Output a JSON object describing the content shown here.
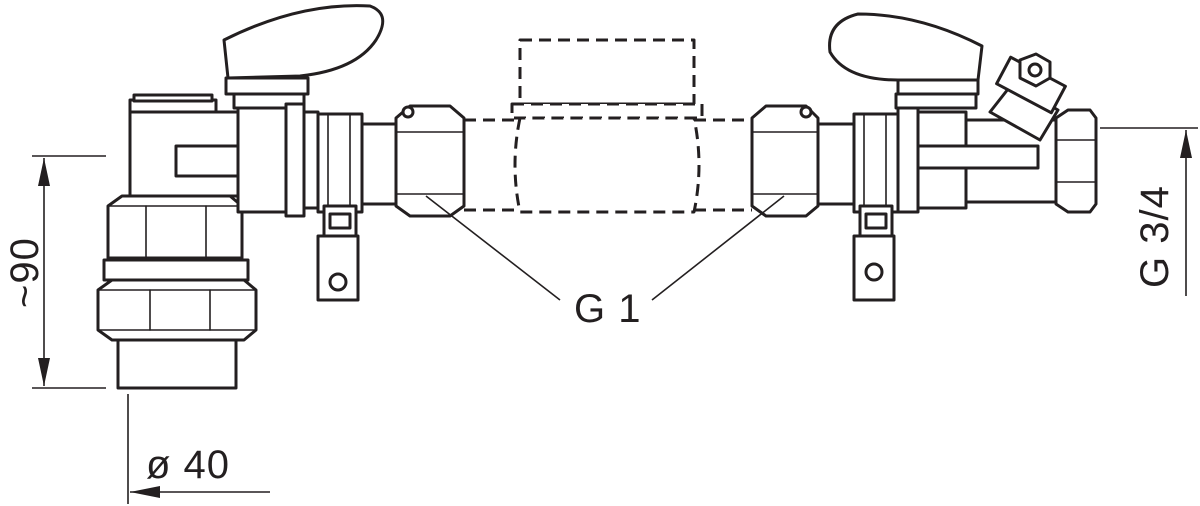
{
  "labels": {
    "height_dim": "~90",
    "diameter_dim": "ø 40",
    "thread_main": "G 1",
    "thread_outlet": "G 3/4"
  },
  "colors": {
    "line": "#231f20",
    "background": "#ffffff"
  }
}
